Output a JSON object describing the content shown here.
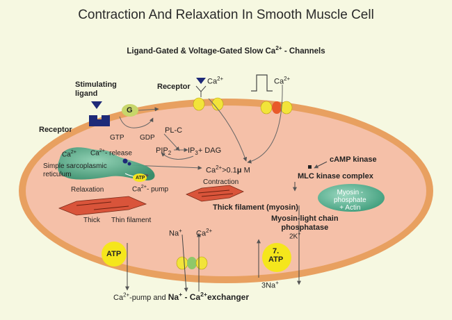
{
  "title": "Contraction And Relaxation In Smooth Muscle Cell",
  "subtitle": {
    "main": "Ligand-Gated & Voltage-Gated Slow Ca",
    "sup": "2+",
    "tail": " - Channels"
  },
  "labels": {
    "stimulating_ligand": "Stimulating\nligand",
    "receptor_left": "Receptor",
    "receptor_top": "Receptor",
    "ca_top1": {
      "base": "Ca",
      "sup": "2+"
    },
    "ca_top2": {
      "base": "Ca",
      "sup": "2+"
    },
    "g_protein": "G",
    "gtp": "GTP",
    "gdp": "GDP",
    "plc": "PL-C",
    "ca_release": {
      "pre": "Ca",
      "sup": "2+",
      "tail": "- release"
    },
    "pip2": {
      "base": "PIP",
      "sub": "2"
    },
    "ip3_dag": {
      "base": "IP",
      "sub": "3",
      "tail": "+ DAG"
    },
    "ca_sr": {
      "base": "Ca",
      "sup": "2+"
    },
    "sr_name": "Simple sarcoplasmic\nreticulum",
    "ca_pump_sr": {
      "pre": "Ca",
      "sup": "2+",
      "tail": "- pump"
    },
    "ca_conc": {
      "pre": "Ca",
      "sup": "2+",
      "mid": ">0.1",
      "mu": "μ",
      "tail": " M"
    },
    "camp_kinase": "cAMP kinase",
    "mlc_complex": "MLC kinase complex",
    "myosin_actin": "Myosin -\nphosphate\n+ Actin",
    "relaxation": "Relaxation",
    "contraction": "Contraction",
    "thick": "Thick",
    "thin_filament": "Thin filament",
    "thick_filament": "Thick filament (myosin)",
    "phosphatase": "Myosin-light chain\nphosphatase",
    "atp_left": "ATP",
    "atp_right": "7.\nATP",
    "atp_small": "ATP",
    "na_in": {
      "base": "Na",
      "sup": "+"
    },
    "ca_in": {
      "base": "Ca",
      "sup": "2+"
    },
    "two_k": {
      "base": "2K",
      "sup": "+"
    },
    "three_na": {
      "base": "3Na",
      "sup": "+"
    },
    "bottom": {
      "a": "Ca",
      "a_sup": "2+",
      "b": "-pump and ",
      "c": "Na",
      "c_sup": "+",
      "d": " - Ca",
      "d_sup": "2+",
      "e": "exchanger"
    }
  },
  "colors": {
    "background": "#f6f8e1",
    "membrane": "#e8a060",
    "cytoplasm": "#f5c0a8",
    "sr": "#3d9a78",
    "atp": "#f5e61c",
    "receptor": "#1e2a78",
    "channel": "#f2e43a",
    "filament": "#d9543a"
  }
}
